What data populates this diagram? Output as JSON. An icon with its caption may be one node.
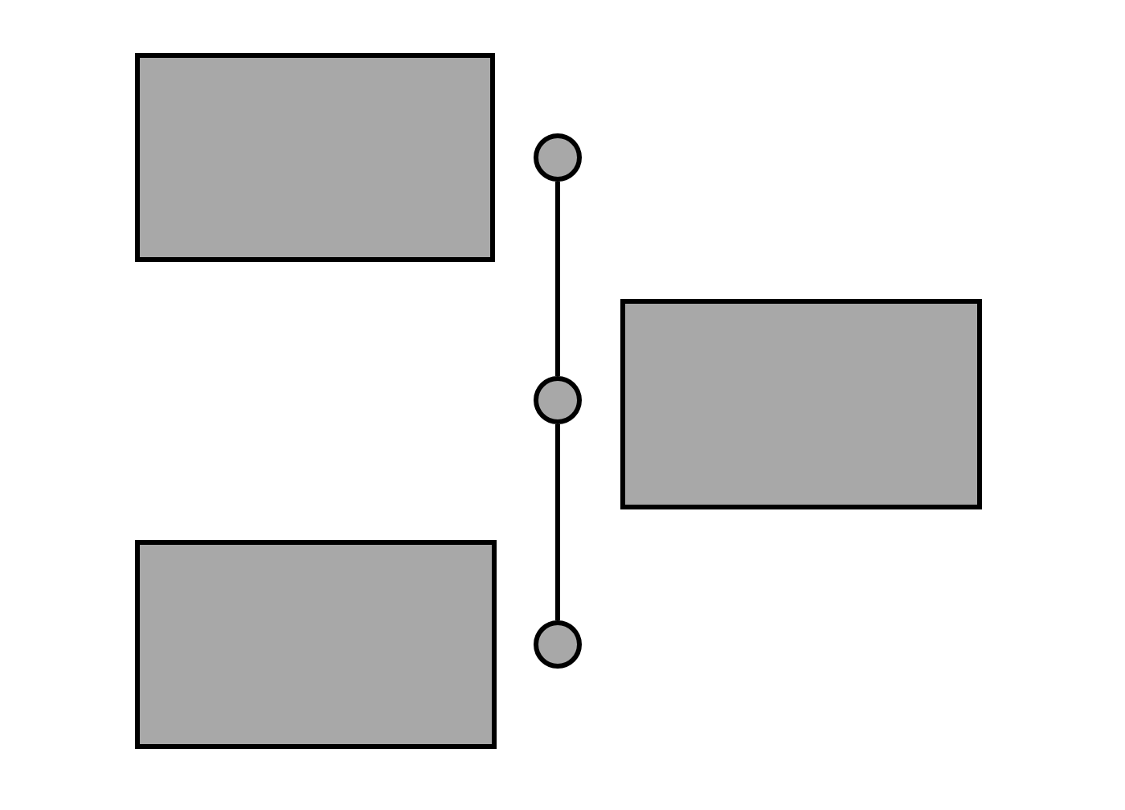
{
  "diagram": {
    "nodes": [
      {
        "text": [],
        "shape": "box"
      },
      {
        "text": [],
        "shape": "box"
      },
      {
        "text": [],
        "shape": "box"
      },
      {
        "text": [],
        "shape": "circle"
      },
      {
        "text": [],
        "shape": "circle"
      },
      {
        "text": [],
        "shape": "circle"
      }
    ],
    "edges": [
      {
        "from": 3,
        "to": 4,
        "arrow": "none"
      },
      {
        "from": 4,
        "to": 5,
        "arrow": "none"
      }
    ]
  }
}
